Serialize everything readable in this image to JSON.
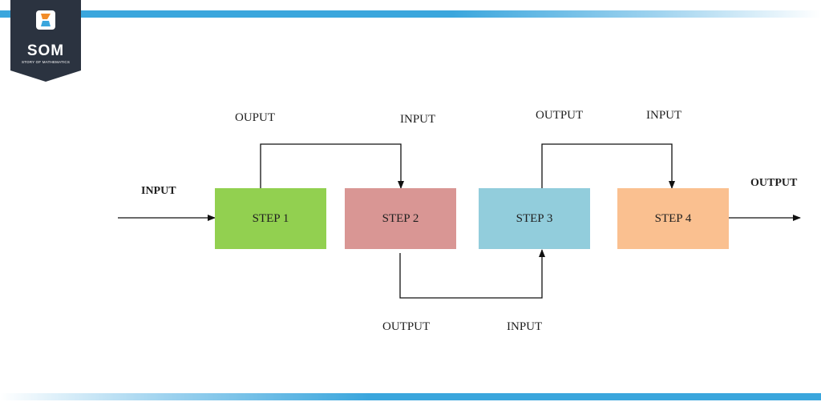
{
  "logo": {
    "name": "SOM",
    "tagline": "STORY OF MATHEMATICS",
    "colors": {
      "badge": "#2b3340",
      "orange": "#f28c28",
      "blue": "#3aa6dd"
    }
  },
  "diagram": {
    "steps": [
      {
        "label": "STEP 1",
        "color": "#92d050"
      },
      {
        "label": "STEP 2",
        "color": "#d99694"
      },
      {
        "label": "STEP 3",
        "color": "#92cddc"
      },
      {
        "label": "STEP 4",
        "color": "#fac090"
      }
    ],
    "labels": {
      "input_main": "INPUT",
      "output_main": "OUTPUT",
      "step1_out": "OUPUT",
      "step2_in": "INPUT",
      "step2_out": "OUTPUT",
      "step3_in": "INPUT",
      "step3_out": "OUTPUT",
      "step4_in": "INPUT"
    }
  }
}
